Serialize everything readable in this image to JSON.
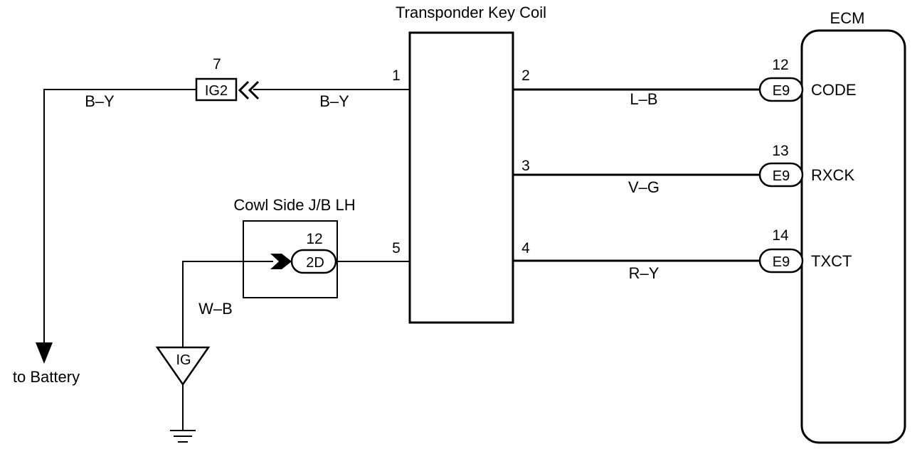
{
  "components": {
    "transponder_key_coil": "Transponder Key Coil",
    "ecm": "ECM",
    "cowl_side_jb": "Cowl Side J/B LH"
  },
  "connectors": {
    "ig2": {
      "pin": "7",
      "label": "IG2"
    },
    "jb_2d": {
      "pin": "12",
      "label": "2D"
    },
    "ecm_code": {
      "pin": "12",
      "label": "E9",
      "signal": "CODE"
    },
    "ecm_rxck": {
      "pin": "13",
      "label": "E9",
      "signal": "RXCK"
    },
    "ecm_txct": {
      "pin": "14",
      "label": "E9",
      "signal": "TXCT"
    }
  },
  "coil_pins": {
    "p1": "1",
    "p2": "2",
    "p3": "3",
    "p4": "4",
    "p5": "5"
  },
  "wires": {
    "battery": "B–Y",
    "ig2_to_coil": "B–Y",
    "code": "L–B",
    "rxck": "V–G",
    "txct": "R–Y",
    "ground": "W–B"
  },
  "ground_symbol": "IG",
  "battery_label": "to Battery"
}
